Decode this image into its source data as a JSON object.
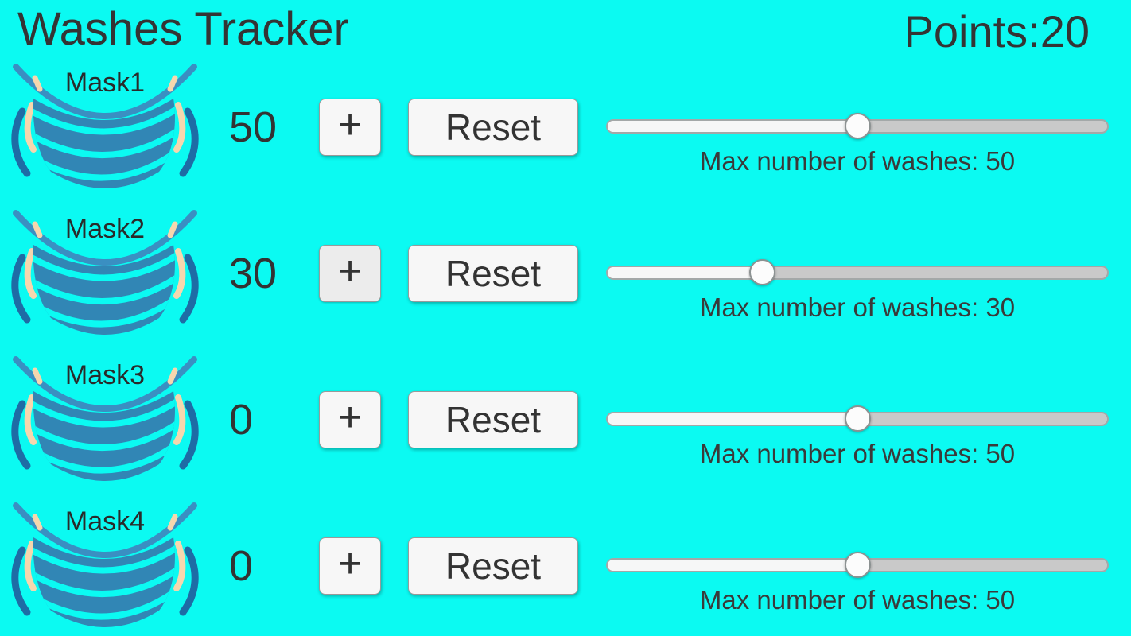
{
  "header": {
    "title": "Washes Tracker",
    "points_label": "Points:",
    "points_value": "20"
  },
  "rows": [
    {
      "mask_label": "Mask1",
      "wash_count": "50",
      "plus_label": "+",
      "reset_label": "Reset",
      "slider_percent": 50,
      "max_washes_label": "Max number of washes: 50",
      "plus_pressed": false
    },
    {
      "mask_label": "Mask2",
      "wash_count": "30",
      "plus_label": "+",
      "reset_label": "Reset",
      "slider_percent": 31,
      "max_washes_label": "Max number of washes: 30",
      "plus_pressed": true
    },
    {
      "mask_label": "Mask3",
      "wash_count": "0",
      "plus_label": "+",
      "reset_label": "Reset",
      "slider_percent": 50,
      "max_washes_label": "Max number of washes: 50",
      "plus_pressed": false
    },
    {
      "mask_label": "Mask4",
      "wash_count": "0",
      "plus_label": "+",
      "reset_label": "Reset",
      "slider_percent": 50,
      "max_washes_label": "Max number of washes: 50",
      "plus_pressed": false
    }
  ],
  "colors": {
    "background": "#0bfaf2",
    "text": "#333333",
    "button_bg": "#f7f7f7",
    "button_border": "#9a9a9a",
    "mask_body": "#3186b5",
    "mask_strap": "#3a8fc2",
    "slider_fill": "#f6f7f7",
    "slider_track": "#c9c9c9"
  }
}
